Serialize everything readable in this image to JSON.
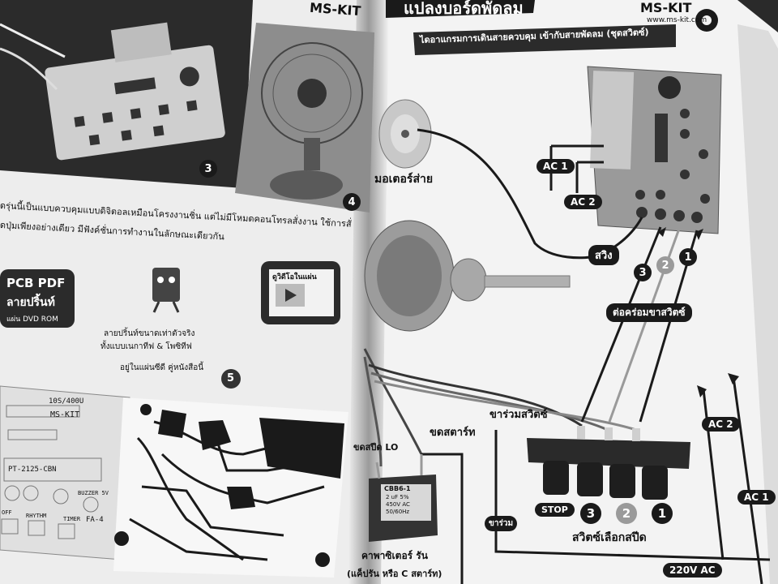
{
  "left_page": {
    "brand": "MS-KIT",
    "photo_step_3": "3",
    "photo_step_4": "4",
    "step_5": "5",
    "body_line_1": "ดรุ่นนี้เป็นแบบควบคุมแบบดิจิตอลเหมือนโครงงานชิ่น แต่ไม่มีโหมดคอนโทรลสั่งงาน ใช้การสั่",
    "body_line_2": "ดปุ่มเพียงอย่างเดียว มีฟังค์ชั่นการทำงานในลักษณะเดียวกัน",
    "pcb_pdf": "PCB PDF",
    "layout_print": "ลายปริ้นท์",
    "dvd": "แผ่น DVD ROM",
    "video_label": "ดูวิดีโอในแผ่น",
    "note_1": "ลายปริ้นท์ขนาดเท่าตัวจริง",
    "note_2": "ทั้งแบบเนกาทีฟ & โพซิทีฟ",
    "note_3": "อยู่ในแผ่นซีดี คู่หนังสือนี้",
    "pcb_board_label": "MS-KIT",
    "pcb_board_volt": "10S/400U",
    "pcb_part": "PT-2125-CBN",
    "pcb_off": "OFF",
    "pcb_rhythm": "RHYTHM",
    "pcb_timer": "TIMER",
    "pcb_fa": "FA-4",
    "pcb_buzzer": "BUZZER 5V"
  },
  "right_page": {
    "header_title": "แปลงบอร์ดพัดลม",
    "brand": "MS-KIT",
    "url": "www.ms-kit.com",
    "diagram_title": "ไดอาแกรมการเดินสายควบคุม เข้ากับสายพัดลม (ชุดสวิตซ์)",
    "motor_swing": "มอเตอร์ส่าย",
    "ac1": "AC 1",
    "ac2": "AC 2",
    "switch": "สวิง",
    "connect_pins": "ต่อคร่อมขาสวิตซ์",
    "n1": "1",
    "n2": "2",
    "n3": "3",
    "common_switch": "ขาร่วมสวิตซ์",
    "start_coil": "ขดสตาร์ท",
    "speed_lo": "ขดสปีด LO",
    "common": "ขาร่วม",
    "capacitor_label": "คาพาซิเตอร์ รัน",
    "capacitor_note": "(แค็ปรัน หรือ C สตาร์ท)",
    "cap_model": "CBB6-1",
    "cap_spec_1": "2 uF 5%",
    "cap_spec_2": "450V AC",
    "cap_spec_3": "50/60Hz",
    "stop": "STOP",
    "speed_select": "สวิตซ์เลือกสปีด",
    "ac_220": "220V AC"
  },
  "colors": {
    "paper": "#f2f2f2",
    "ink": "#111111",
    "spine_shadow": "#9a9a9a"
  }
}
